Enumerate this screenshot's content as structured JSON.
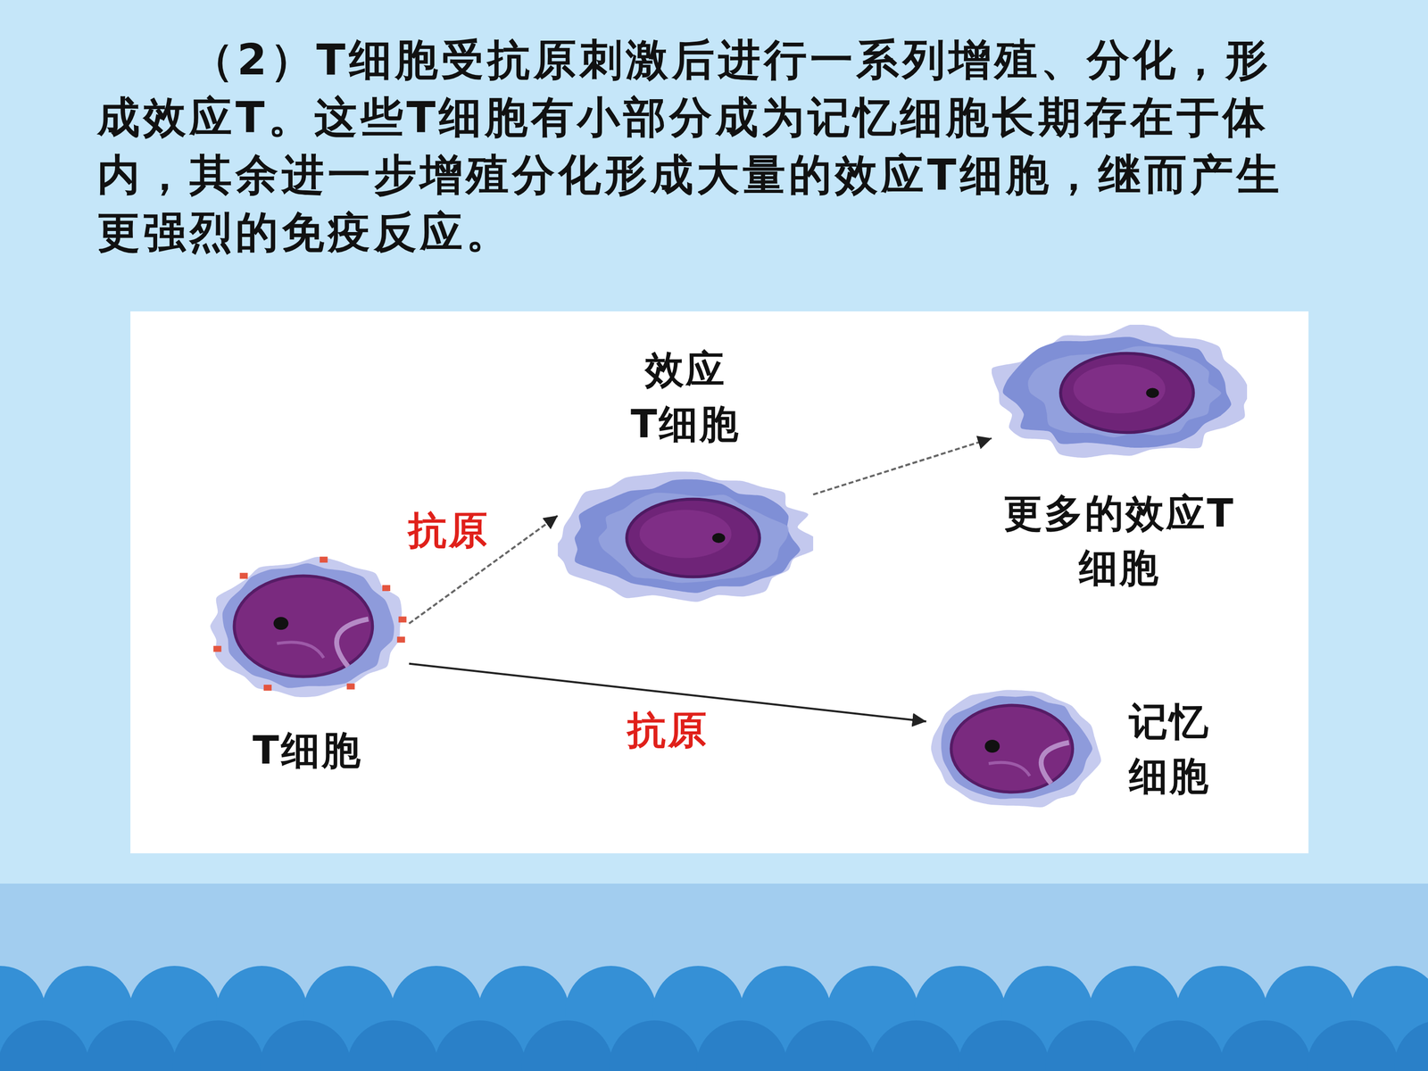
{
  "diagram": {
    "title": "（2）T细胞受抗原刺激后进行一系列增殖、分化，形成效应T。这些T细胞有小部分成为记忆细胞长期存在于体内，其余进一步增殖分化形成大量的效应T细胞，继而产生更强烈的免疫反应。",
    "nodes": [
      {
        "text": [
          "T细胞"
        ]
      },
      {
        "text": [
          "效应 T细胞"
        ]
      },
      {
        "text": [
          "更多的效应T 细胞"
        ]
      },
      {
        "text": [
          "记忆 细胞"
        ]
      }
    ],
    "edges": [
      {
        "from": 0,
        "to": 1,
        "arrow": "to",
        "label": "抗原"
      },
      {
        "from": 0,
        "to": 3,
        "arrow": "to",
        "label": "抗原"
      },
      {
        "from": 1,
        "to": 2,
        "arrow": "to"
      }
    ]
  }
}
